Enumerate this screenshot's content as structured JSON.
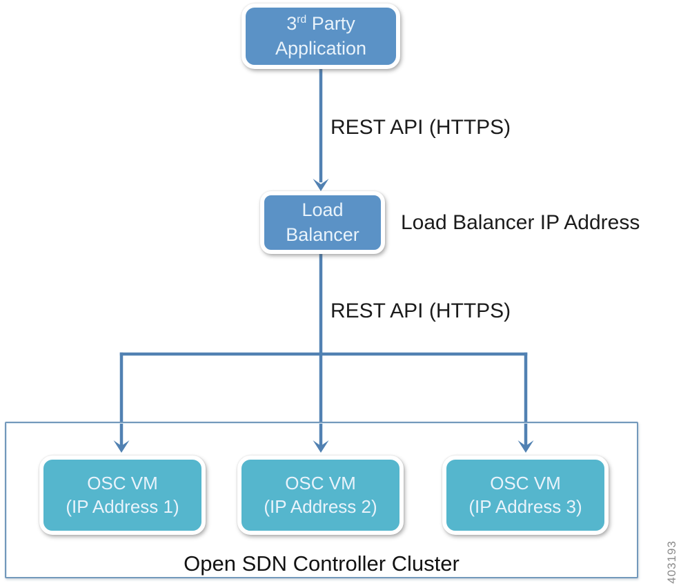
{
  "diagram": {
    "top_box": {
      "line1_base": "3",
      "line1_sup": "rd",
      "line1_rest": " Party",
      "line2": "Application"
    },
    "rest_api_label_1": "REST API (HTTPS)",
    "load_balancer_box": {
      "line1": "Load",
      "line2": "Balancer"
    },
    "load_balancer_ip_label": "Load Balancer IP Address",
    "rest_api_label_2": "REST API (HTTPS)",
    "cluster": {
      "title": "Open SDN Controller Cluster",
      "vms": [
        {
          "line1": "OSC VM",
          "line2": "(IP Address 1)"
        },
        {
          "line1": "OSC VM",
          "line2": "(IP Address 2)"
        },
        {
          "line1": "OSC VM",
          "line2": "(IP Address 3)"
        }
      ]
    },
    "figure_number": "403193",
    "colors": {
      "node_blue": "#5b92c6",
      "node_teal": "#55b6cd",
      "connector": "#5181b2",
      "cluster_border": "#7298bb",
      "node_text": "#e9f3fb",
      "label_text": "#1b1b1b",
      "figure_number_text": "#8a8a8a"
    }
  }
}
